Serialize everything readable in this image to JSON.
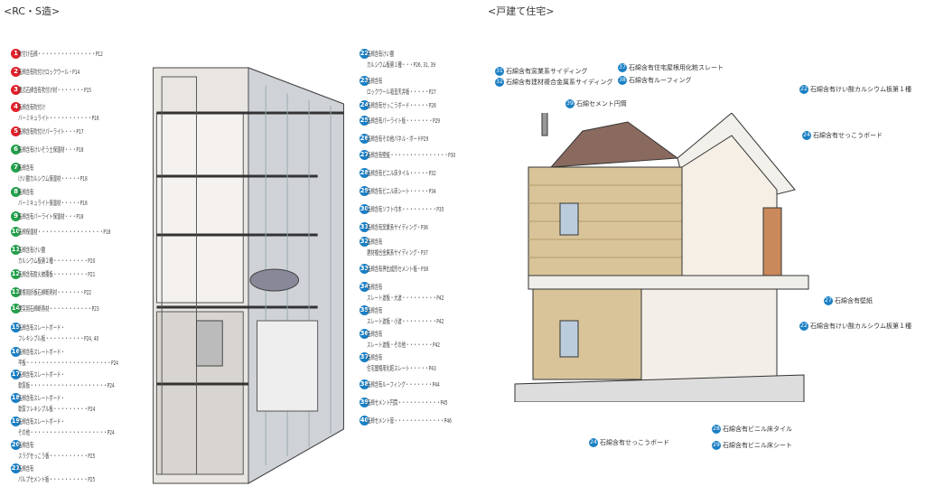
{
  "titles": {
    "rc": "<RC・S造>",
    "house": "<戸建て住宅>"
  },
  "colors": {
    "red": "#e0202a",
    "green": "#22a04a",
    "blue": "#1a7fc4"
  },
  "left_list": [
    {
      "n": "1",
      "c": "red",
      "lines": [
        "吹付け石綿・・・・・・・・・・・・・・・P12"
      ]
    },
    {
      "n": "2",
      "c": "red",
      "lines": [
        "石綿含有吹付けロックウール・P14"
      ]
    },
    {
      "n": "3",
      "c": "red",
      "lines": [
        "湿式石綿含有吹付け材・・・・・・・P15"
      ]
    },
    {
      "n": "4",
      "c": "red",
      "lines": [
        "石綿含有吹付け",
        "バーミキュライト・・・・・・・・・・・P16"
      ]
    },
    {
      "n": "5",
      "c": "red",
      "lines": [
        "石綿含有吹付けパーライト・・・P17"
      ]
    },
    {
      "n": "6",
      "c": "green",
      "lines": [
        "石綿含有けいそう土保温材・・・P18"
      ]
    },
    {
      "n": "7",
      "c": "green",
      "lines": [
        "石綿含有",
        "けい酸カルシウム保温材・・・・・P18"
      ]
    },
    {
      "n": "8",
      "c": "green",
      "lines": [
        "石綿含有",
        "バーミキュライト保温材・・・・・P18"
      ]
    },
    {
      "n": "9",
      "c": "green",
      "lines": [
        "石綿含有パーライト保温材・・・P18"
      ]
    },
    {
      "n": "10",
      "c": "green",
      "lines": [
        "石綿保温材・・・・・・・・・・・・・・・・・P18"
      ]
    },
    {
      "n": "11",
      "c": "green",
      "lines": [
        "石綿含有けい酸",
        "カルシウム板第２種・・・・・・・・・P20"
      ]
    },
    {
      "n": "12",
      "c": "green",
      "lines": [
        "石綿含有耐火被覆板・・・・・・・・・P21"
      ]
    },
    {
      "n": "13",
      "c": "green",
      "lines": [
        "屋根用折板石綿断熱材・・・・・・・P22"
      ]
    },
    {
      "n": "14",
      "c": "green",
      "lines": [
        "煙突用石綿断熱材・・・・・・・・・・・P23"
      ]
    },
    {
      "n": "15",
      "c": "blue",
      "lines": [
        "石綿含有スレートボード・",
        "フレキシブル板・・・・・・・・・・P24, 40"
      ]
    },
    {
      "n": "16",
      "c": "blue",
      "lines": [
        "石綿含有スレートボード・",
        "平板・・・・・・・・・・・・・・・・・・・・・・P24"
      ]
    },
    {
      "n": "17",
      "c": "blue",
      "lines": [
        "石綿含有スレートボード・",
        "軟質板・・・・・・・・・・・・・・・・・・・・P24"
      ]
    },
    {
      "n": "18",
      "c": "blue",
      "lines": [
        "石綿含有スレートボード・",
        "軟質フレキシブル板・・・・・・・・・P24"
      ]
    },
    {
      "n": "19",
      "c": "blue",
      "lines": [
        "石綿含有スレートボード・",
        "その他・・・・・・・・・・・・・・・・・・・・P24"
      ]
    },
    {
      "n": "20",
      "c": "blue",
      "lines": [
        "石綿含有",
        "スラグせっこう板・・・・・・・・・・P25"
      ]
    },
    {
      "n": "21",
      "c": "blue",
      "lines": [
        "石綿含有",
        "パルプセメント板・・・・・・・・・・P25"
      ]
    }
  ],
  "mid_list": [
    {
      "n": "22",
      "c": "blue",
      "lines": [
        "石綿含有けい酸",
        "カルシウム板第１種・・・P26, 31, 39"
      ]
    },
    {
      "n": "23",
      "c": "blue",
      "lines": [
        "石綿含有",
        "ロックウール吸音天井板・・・・・P27"
      ]
    },
    {
      "n": "24",
      "c": "blue",
      "lines": [
        "石綿含有せっこうボード・・・・・P28"
      ]
    },
    {
      "n": "25",
      "c": "blue",
      "lines": [
        "石綿含有パーライト板・・・・・・・P29"
      ]
    },
    {
      "n": "26",
      "c": "blue",
      "lines": [
        "石綿含有その他パネル・ボードP29"
      ]
    },
    {
      "n": "27",
      "c": "blue",
      "lines": [
        "石綿含有壁紙・・・・・・・・・・・・・・・P30"
      ]
    },
    {
      "n": "28",
      "c": "blue",
      "lines": [
        "石綿含有ビニル床タイル・・・・・P32"
      ]
    },
    {
      "n": "29",
      "c": "blue",
      "lines": [
        "石綿含有ビニル床シート・・・・・P34"
      ]
    },
    {
      "n": "30",
      "c": "blue",
      "lines": [
        "石綿含有ソフト巾木・・・・・・・・・P35"
      ]
    },
    {
      "n": "31",
      "c": "blue",
      "lines": [
        "石綿含有窯業系サイディング・P36"
      ]
    },
    {
      "n": "32",
      "c": "blue",
      "lines": [
        "石綿含有",
        "建材複合金属系サイディング・P37"
      ]
    },
    {
      "n": "33",
      "c": "blue",
      "lines": [
        "石綿含有押出成形セメント板・P38"
      ]
    },
    {
      "n": "34",
      "c": "blue",
      "lines": [
        "石綿含有",
        "スレート波板・大波・・・・・・・・・P42"
      ]
    },
    {
      "n": "35",
      "c": "blue",
      "lines": [
        "石綿含有",
        "スレート波板・小波・・・・・・・・・P42"
      ]
    },
    {
      "n": "36",
      "c": "blue",
      "lines": [
        "石綿含有",
        "スレート波板・その他・・・・・・・P42"
      ]
    },
    {
      "n": "37",
      "c": "blue",
      "lines": [
        "石綿含有",
        "住宅屋根用化粧スレート・・・・・P43"
      ]
    },
    {
      "n": "38",
      "c": "blue",
      "lines": [
        "石綿含有ルーフィング・・・・・・・P44"
      ]
    },
    {
      "n": "39",
      "c": "blue",
      "lines": [
        "石綿セメント円筒・・・・・・・・・・・P45"
      ]
    },
    {
      "n": "40",
      "c": "blue",
      "lines": [
        "石綿セメント管・・・・・・・・・・・・・P46"
      ]
    }
  ],
  "house_callouts": [
    {
      "n": "31",
      "text": "石綿含有窯業系サイディング"
    },
    {
      "n": "32",
      "text": "石綿含有建材複合金属系サイディング"
    },
    {
      "n": "37",
      "text": "石綿含有住宅屋根用化粧スレート"
    },
    {
      "n": "38",
      "text": "石綿含有ルーフィング"
    },
    {
      "n": "39",
      "text": "石綿セメント円筒"
    },
    {
      "n": "22",
      "text": "石綿含有けい酸カルシウム板第１種"
    },
    {
      "n": "24",
      "text": "石綿含有せっこうボード"
    },
    {
      "n": "27",
      "text": "石綿含有壁紙"
    },
    {
      "n": "22",
      "text": "石綿含有けい酸カルシウム板第１種"
    },
    {
      "n": "24",
      "text": "石綿含有せっこうボード"
    },
    {
      "n": "28",
      "text": "石綿含有ビニル床タイル"
    },
    {
      "n": "29",
      "text": "石綿含有ビニル床シート"
    }
  ]
}
